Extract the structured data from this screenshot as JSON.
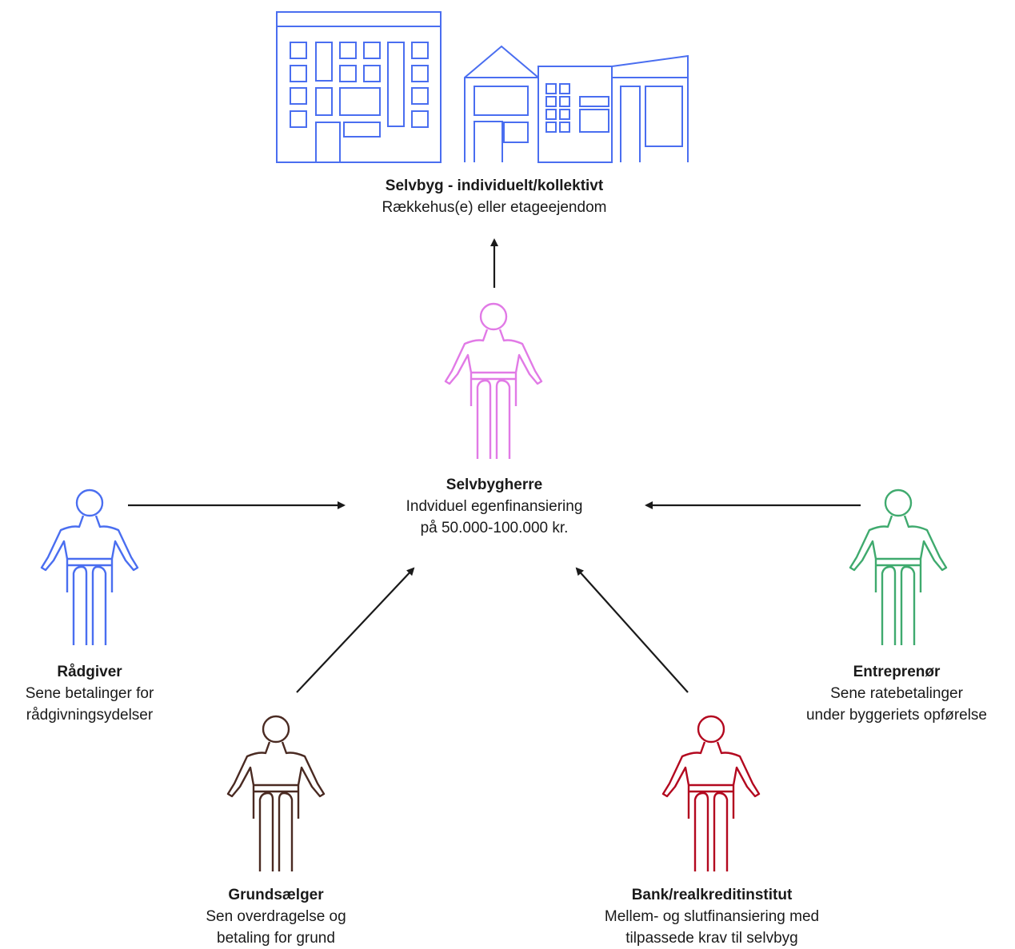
{
  "colors": {
    "building": "#4a6ef0",
    "selvbygherre": "#e17ae6",
    "raadgiver": "#4a6ef0",
    "entreprenoer": "#3faa6e",
    "grundsaelger": "#4a2a22",
    "bank": "#b3081f",
    "arrow": "#1a1a1a"
  },
  "building": {
    "title": "Selvbyg - individuelt/kollektivt",
    "line1": "Rækkehus(e) eller etageejendom"
  },
  "selvbygherre": {
    "title": "Selvbygherre",
    "line1": "Indviduel egenfinansiering",
    "line2": "på 50.000-100.000 kr."
  },
  "raadgiver": {
    "title": "Rådgiver",
    "line1": "Sene betalinger for",
    "line2": "rådgivningsydelser"
  },
  "entreprenoer": {
    "title": "Entreprenør",
    "line1": "Sene ratebetalinger",
    "line2": "under byggeriets opførelse"
  },
  "grundsaelger": {
    "title": "Grundsælger",
    "line1": "Sen overdragelse og",
    "line2": "betaling for grund"
  },
  "bank": {
    "title": "Bank/realkreditinstitut",
    "line1": "Mellem- og slutfinansiering med",
    "line2": "tilpassede krav til selvbyg"
  }
}
